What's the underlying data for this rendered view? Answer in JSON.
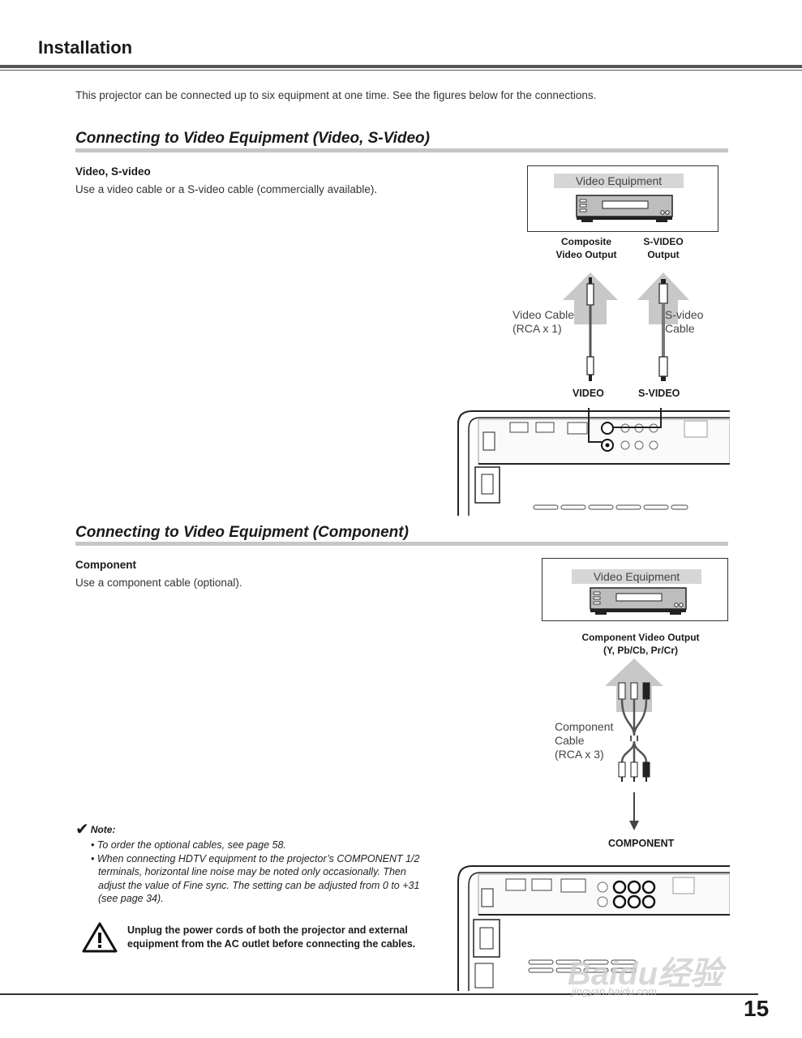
{
  "page": {
    "title": "Installation",
    "intro": "This projector can be connected up to six equipment at one time. See the figures below for the connections.",
    "page_number": "15"
  },
  "section_video": {
    "heading": "Connecting to Video Equipment (Video, S-Video)",
    "subheading": "Video, S-video",
    "text": "Use a video cable or a S-video cable (commercially available).",
    "equipment_label": "Video Equipment",
    "output_composite_line1": "Composite",
    "output_composite_line2": "Video Output",
    "output_svideo_line1": "S-VIDEO",
    "output_svideo_line2": "Output",
    "cable_video_line1": "Video Cable",
    "cable_video_line2": "(RCA x 1)",
    "cable_svideo_line1": "S-video",
    "cable_svideo_line2": "Cable",
    "port_video": "VIDEO",
    "port_svideo": "S-VIDEO"
  },
  "section_component": {
    "heading": "Connecting to Video Equipment (Component)",
    "subheading": "Component",
    "text": "Use a component cable (optional).",
    "equipment_label": "Video Equipment",
    "output_line1": "Component Video Output",
    "output_line2": "(Y, Pb/Cb, Pr/Cr)",
    "cable_line1": "Component",
    "cable_line2": "Cable",
    "cable_line3": "(RCA x 3)",
    "port_component": "COMPONENT"
  },
  "note": {
    "title": "Note:",
    "items": [
      "• To order the optional cables, see page 58.",
      "• When connecting HDTV equipment to the projector’s COMPONENT 1/2 terminals, horizontal line noise may be noted only occasionally. Then adjust the value of Fine sync. The setting can be adjusted from 0 to +31 (see page 34)."
    ]
  },
  "warning": {
    "text": "Unplug the power cords of both the projector and external equipment from the AC outlet before connecting the cables."
  },
  "watermark": {
    "brand": "Baidu经验",
    "url": "jingyan.baidu.com"
  },
  "icons": {
    "note": "checkmark-icon",
    "warning": "warning-triangle-icon"
  }
}
